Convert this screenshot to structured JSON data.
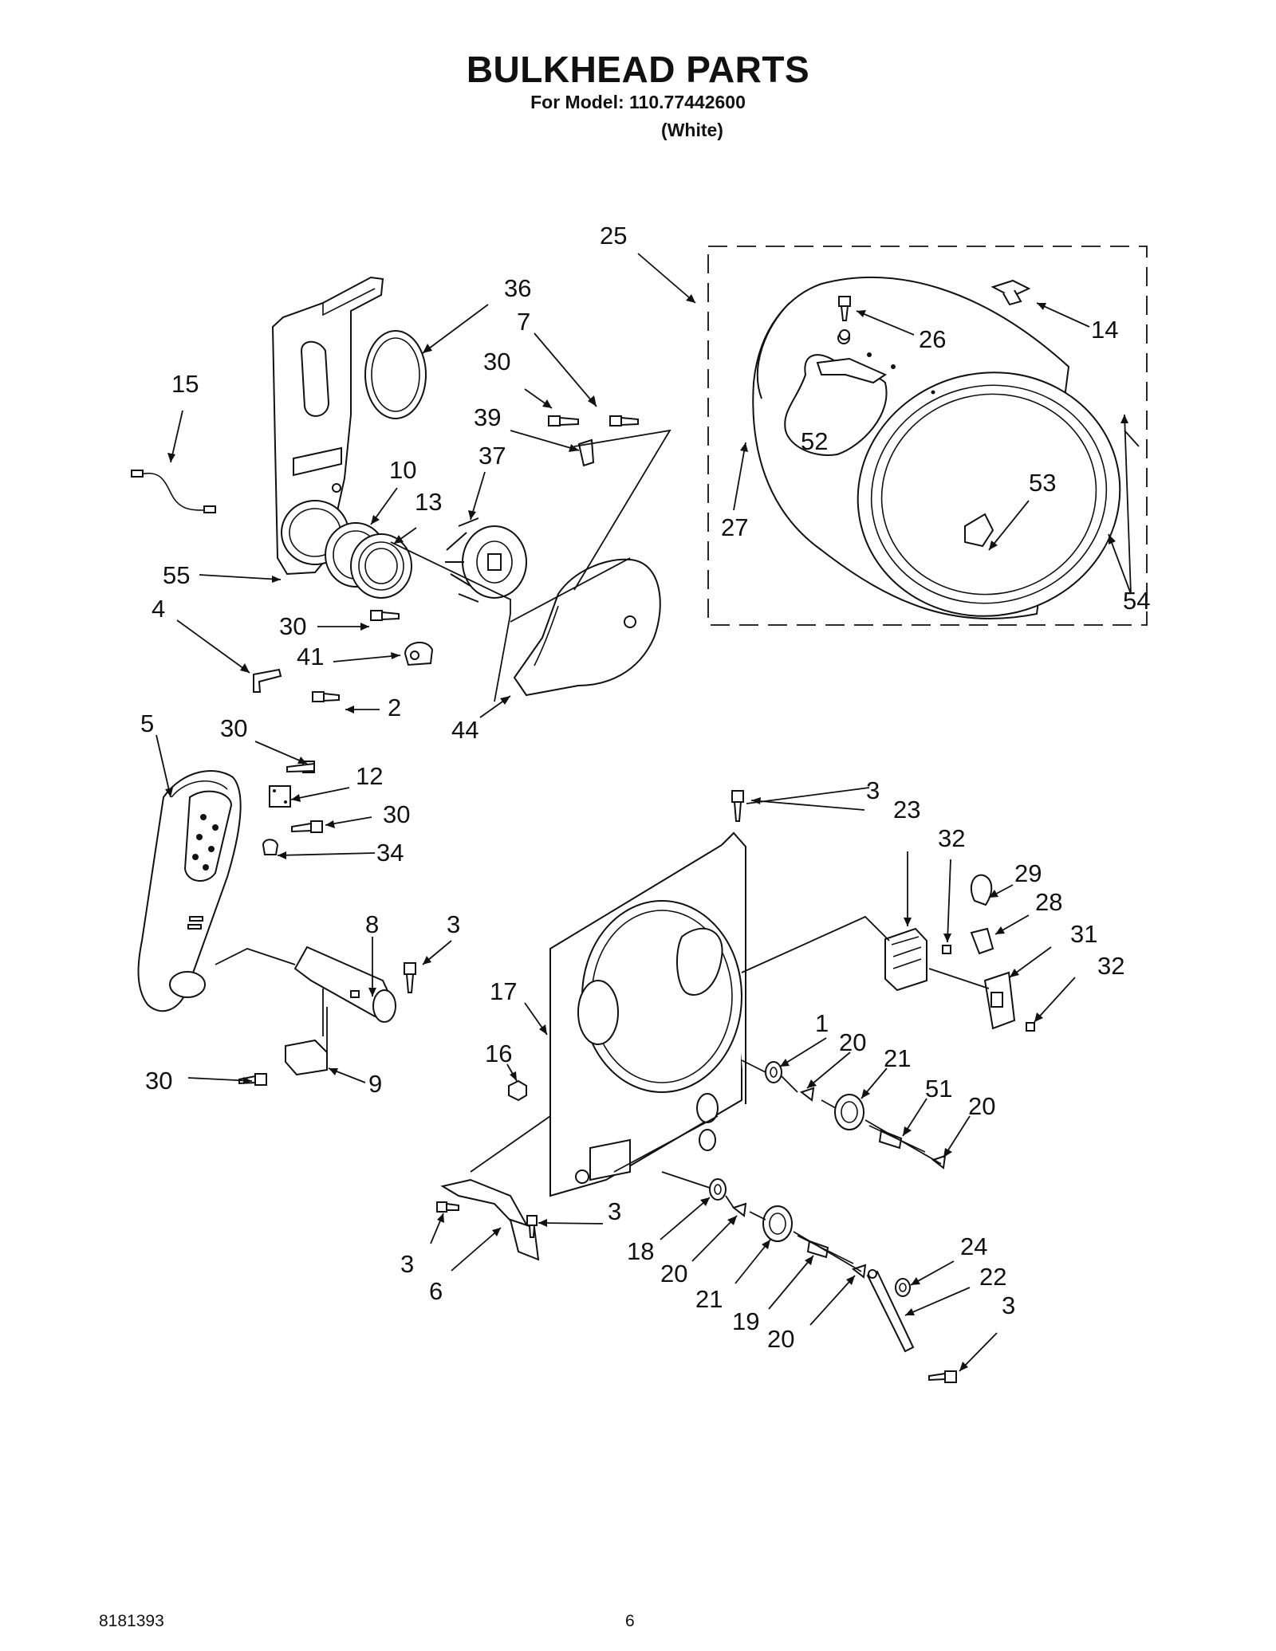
{
  "header": {
    "title": "BULKHEAD PARTS",
    "model_line": "For Model: 110.77442600",
    "color_line": "(White)"
  },
  "footer": {
    "doc_number": "8181393",
    "page_number": "6"
  },
  "callouts": {
    "c25": "25",
    "c36": "36",
    "c7": "7",
    "c30a": "30",
    "c15": "15",
    "c39": "39",
    "c37": "37",
    "c10": "10",
    "c13": "13",
    "c55": "55",
    "c4": "4",
    "c30b": "30",
    "c41": "41",
    "c2": "2",
    "c44": "44",
    "c26": "26",
    "c14": "14",
    "c52": "52",
    "c27": "27",
    "c53": "53",
    "c54": "54",
    "c5": "5",
    "c30c": "30",
    "c12": "12",
    "c30d": "30",
    "c34": "34",
    "c8": "8",
    "c3a": "3",
    "c9": "9",
    "c30e": "30",
    "c3b": "3",
    "c23": "23",
    "c32a": "32",
    "c29": "29",
    "c28": "28",
    "c31": "31",
    "c32b": "32",
    "c17": "17",
    "c16": "16",
    "c1": "1",
    "c20a": "20",
    "c21a": "21",
    "c51": "51",
    "c20b": "20",
    "c3c": "3",
    "c18": "18",
    "c20c": "20",
    "c21b": "21",
    "c19": "19",
    "c20d": "20",
    "c3d": "3",
    "c6": "6",
    "c24": "24",
    "c22": "22",
    "c3e": "3"
  }
}
